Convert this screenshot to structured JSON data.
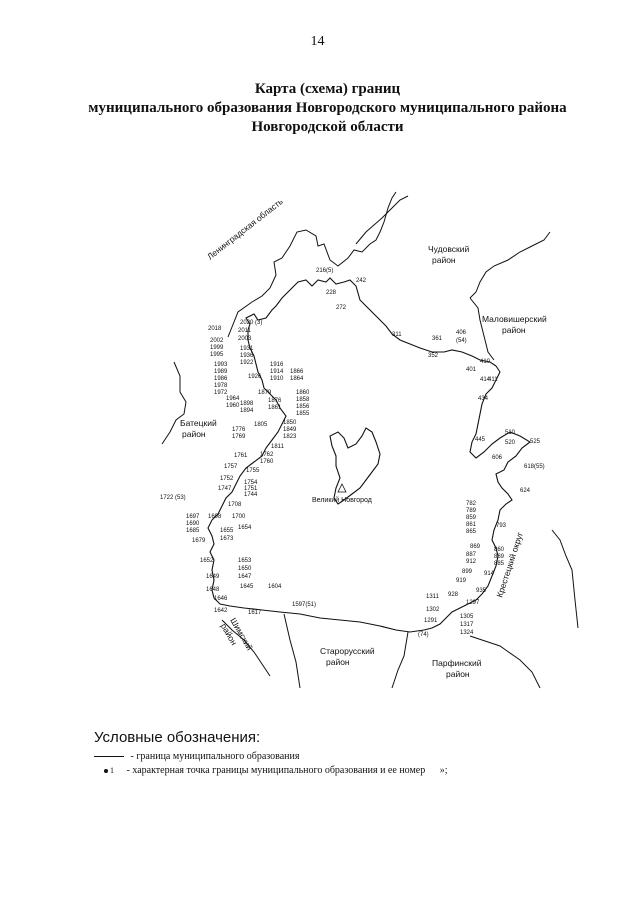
{
  "page_number": "14",
  "title": {
    "line1": "Карта (схема) границ",
    "line2": "муниципального образования Новгородского муниципального района",
    "line3": "Новгородской области"
  },
  "map": {
    "areas": {
      "leningrad": "Ленинградская область",
      "chudovo": "Чудовский\nрайон",
      "malovishera": "Маловишерский\nрайон",
      "batetsky": "Батецкий\nрайон",
      "shimsk": "Шимский\nрайон",
      "krestetsky": "Крестецкий округ",
      "starorussky": "Старорусский\nрайон",
      "parfino": "Парфинский\nрайон"
    },
    "city": "Великий Новгород",
    "points": [
      "2020 (3)",
      "2018",
      "2011",
      "2003",
      "2002",
      "1999",
      "1995",
      "1931",
      "1936",
      "1922",
      "1993",
      "1989",
      "1986",
      "1978",
      "1972",
      "1926",
      "1916",
      "1914",
      "1910",
      "1866",
      "1864",
      "1964",
      "1960",
      "1898",
      "1894",
      "1879",
      "1876",
      "1861",
      "1860",
      "1858",
      "1856",
      "1855",
      "1776",
      "1769",
      "1805",
      "1850",
      "1849",
      "1823",
      "1811",
      "1761",
      "1762",
      "1760",
      "1757",
      "1755",
      "1752",
      "1754",
      "1751",
      "1744",
      "1747",
      "1722 (53)",
      "1708",
      "1697",
      "1690",
      "1685",
      "1698",
      "1700",
      "1655",
      "1654",
      "1679",
      "1673",
      "1652",
      "1653",
      "1650",
      "1647",
      "1649",
      "1648",
      "1645",
      "1604",
      "1646",
      "1642",
      "1617",
      "1597(51)",
      "216(5)",
      "242",
      "228",
      "272",
      "311",
      "361",
      "352",
      "406",
      "(54)",
      "401",
      "410",
      "411",
      "414",
      "434",
      "510",
      "520",
      "525",
      "445",
      "606",
      "618(55)",
      "624",
      "782",
      "789",
      "859",
      "861",
      "865",
      "793",
      "869",
      "860",
      "869",
      "885",
      "887",
      "912",
      "899",
      "914",
      "919",
      "935",
      "928",
      "1297",
      "1311",
      "1302",
      "1305",
      "1317",
      "1324",
      "1291",
      "(74)"
    ]
  },
  "legend": {
    "heading": "Условные обозначения:",
    "line_text": "- граница муниципального образования",
    "point_symbol": "1",
    "point_text": "- характерная точка границы муниципального образования и ее номер",
    "tail": "»;"
  }
}
